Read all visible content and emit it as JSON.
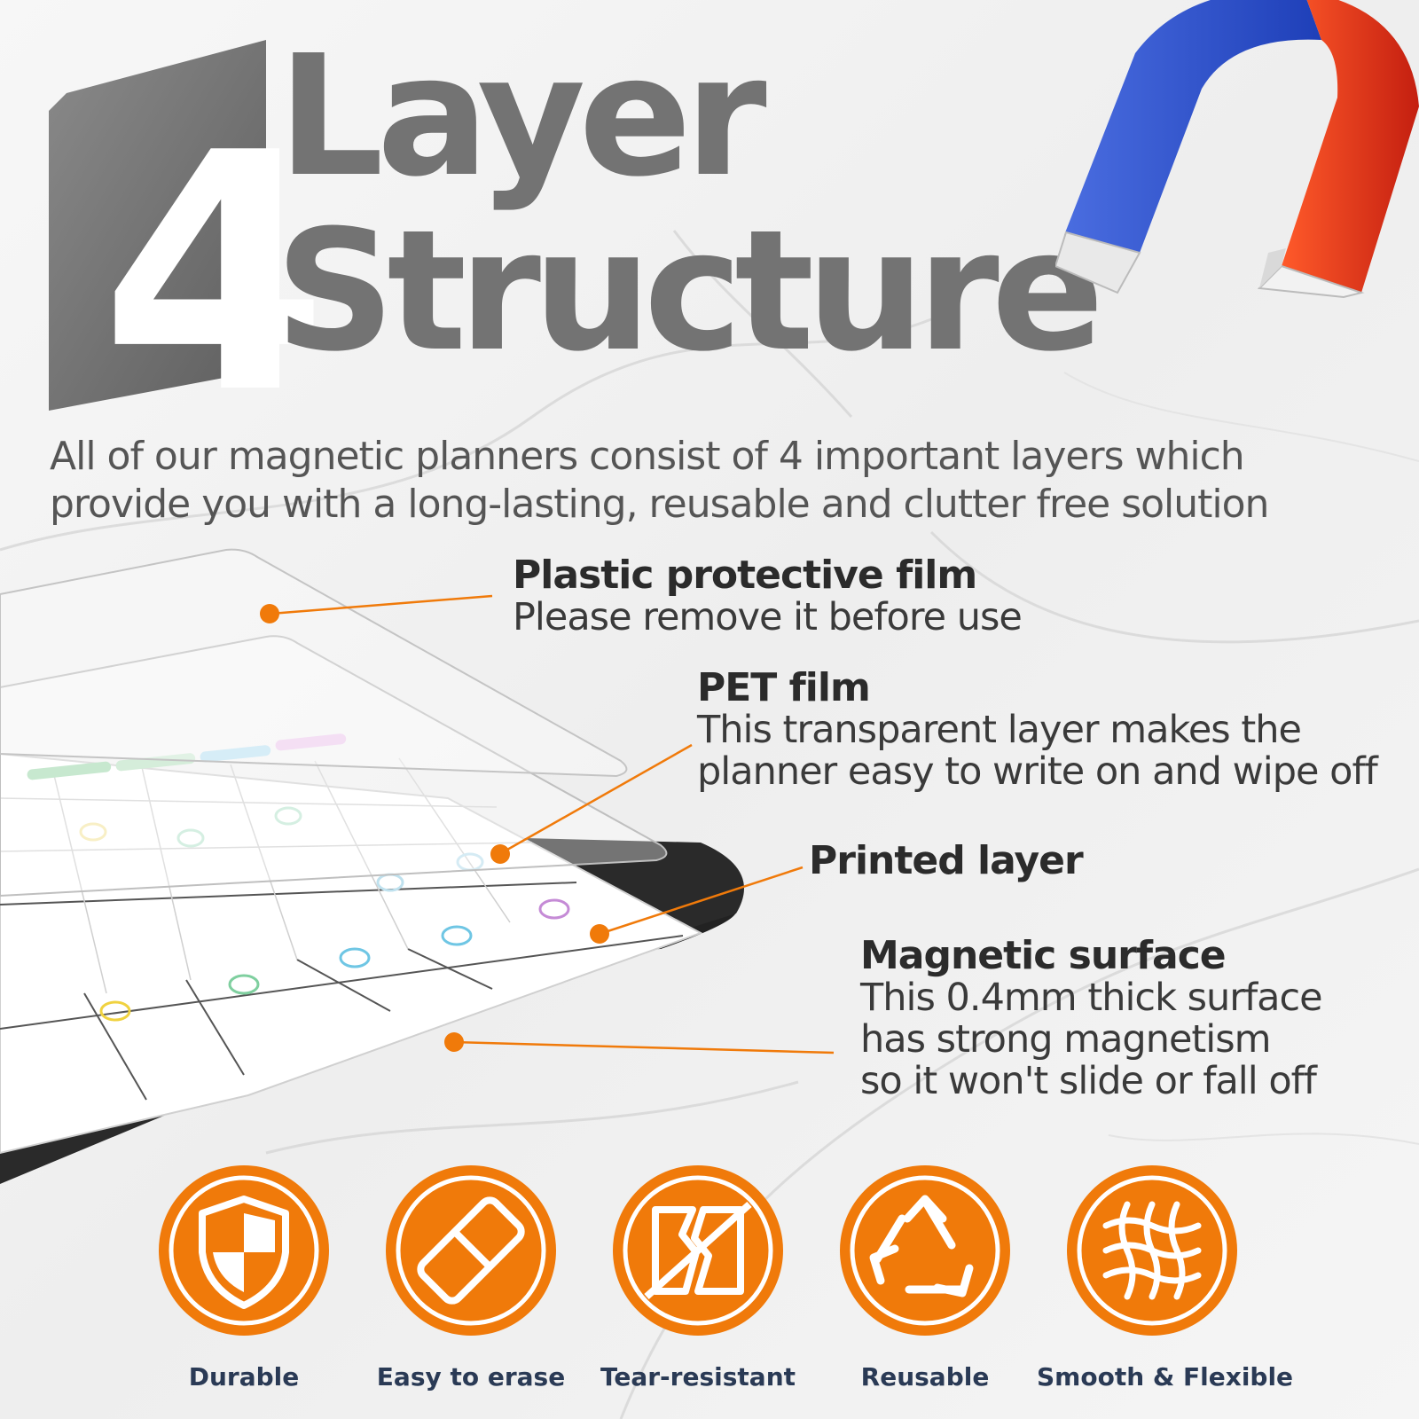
{
  "headline": {
    "number": "4",
    "line1": "Layer",
    "line2": "Structure"
  },
  "intro": {
    "line1": "All of our magnetic planners consist of 4 important layers which",
    "line2": "provide you with a long-lasting, reusable and clutter free solution"
  },
  "layers": [
    {
      "title": "Plastic protective film",
      "desc": [
        "Please remove it before use"
      ]
    },
    {
      "title": "PET film",
      "desc": [
        "This transparent layer makes the",
        "planner easy to write on and wipe off"
      ]
    },
    {
      "title": "Printed layer",
      "desc": []
    },
    {
      "title": "Magnetic surface",
      "desc": [
        "This 0.4mm thick surface",
        "has strong magnetism",
        "so it won't slide or fall off"
      ]
    }
  ],
  "features": [
    {
      "label": "Durable",
      "icon": "shield-icon"
    },
    {
      "label": "Easy to erase",
      "icon": "eraser-icon"
    },
    {
      "label": "Tear-resistant",
      "icon": "tear-resistant-icon"
    },
    {
      "label": "Reusable",
      "icon": "recycle-icon"
    },
    {
      "label": "Smooth & Flexible",
      "icon": "flexible-mesh-icon"
    }
  ],
  "colors": {
    "accent_orange": "#f07a0a",
    "headline_gray": "#737373",
    "label_navy": "#2a3a55",
    "magnet_blue": "#2f55d4",
    "magnet_red": "#e8341c"
  }
}
